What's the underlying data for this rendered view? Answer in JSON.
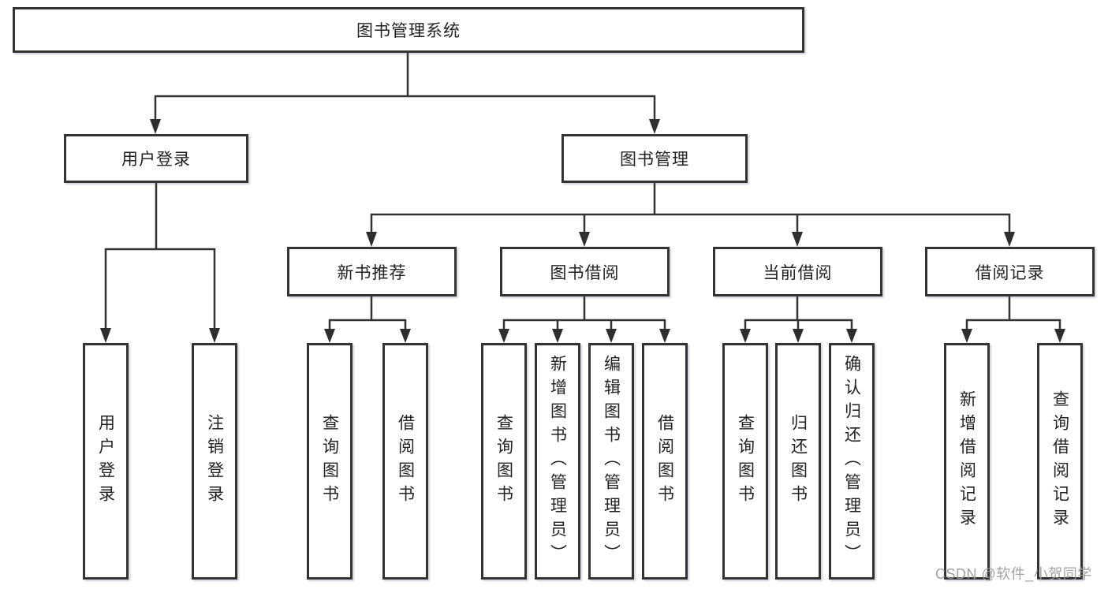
{
  "colors": {
    "background": "#ffffff",
    "line": "#333333",
    "box_border": "#333333",
    "text": "#222222",
    "watermark": "#9b9b9b"
  },
  "tree": {
    "label": "图书管理系统",
    "children": [
      {
        "label": "用户登录",
        "children": [
          {
            "label": "用户登录"
          },
          {
            "label": "注销登录"
          }
        ]
      },
      {
        "label": "图书管理",
        "children": [
          {
            "label": "新书推荐",
            "children": [
              {
                "label": "查询图书"
              },
              {
                "label": "借阅图书"
              }
            ]
          },
          {
            "label": "图书借阅",
            "children": [
              {
                "label": "查询图书"
              },
              {
                "label": "新增图书（管理员）"
              },
              {
                "label": "编辑图书（管理员）"
              },
              {
                "label": "借阅图书"
              }
            ]
          },
          {
            "label": "当前借阅",
            "children": [
              {
                "label": "查询图书"
              },
              {
                "label": "归还图书"
              },
              {
                "label": "确认归还（管理员）"
              }
            ]
          },
          {
            "label": "借阅记录",
            "children": [
              {
                "label": "新增借阅记录"
              },
              {
                "label": "查询借阅记录"
              }
            ]
          }
        ]
      }
    ]
  },
  "watermark": {
    "text": "CSDN @软件_小贺同学"
  }
}
